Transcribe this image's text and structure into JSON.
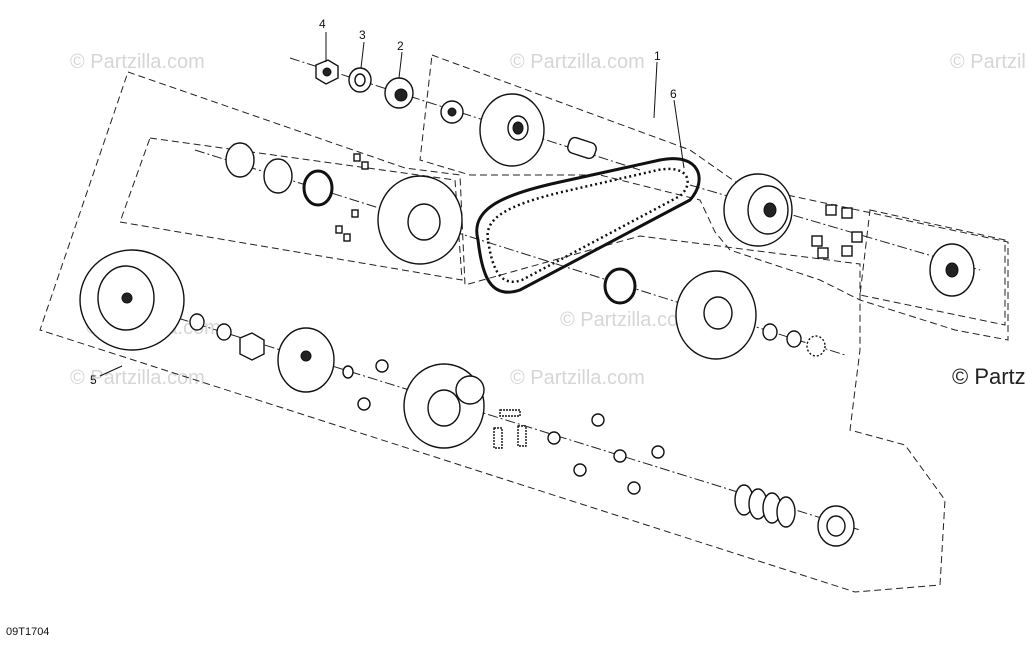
{
  "diagram": {
    "callouts": [
      {
        "id": "c1",
        "label": "1"
      },
      {
        "id": "c2",
        "label": "2"
      },
      {
        "id": "c3",
        "label": "3"
      },
      {
        "id": "c4",
        "label": "4"
      },
      {
        "id": "c5",
        "label": "5"
      },
      {
        "id": "c6",
        "label": "6"
      }
    ],
    "watermark": "© Partzilla.com",
    "watermark_edge": "© Partz",
    "figure_code": "09T1704"
  }
}
